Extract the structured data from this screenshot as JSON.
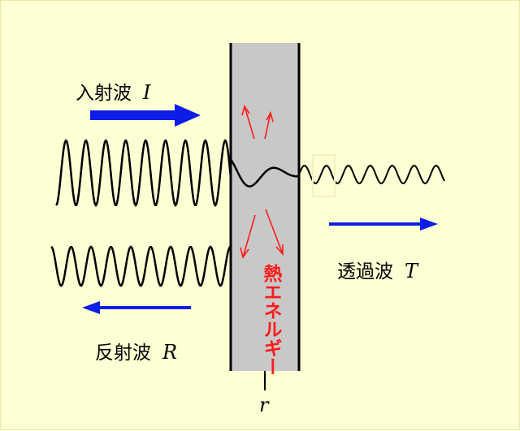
{
  "labels": {
    "incident": "入射波",
    "incident_symbol": "I",
    "reflected": "反射波",
    "reflected_symbol": "R",
    "transmitted": "透過波",
    "transmitted_symbol": "T",
    "heat": "熱エネルギー",
    "rate_symbol": "r"
  },
  "colors": {
    "background": "#ffffd4",
    "slab": "#c8c8c8",
    "arrow_blue": "#0b1ee8",
    "heat_red": "#ff1a1a"
  }
}
